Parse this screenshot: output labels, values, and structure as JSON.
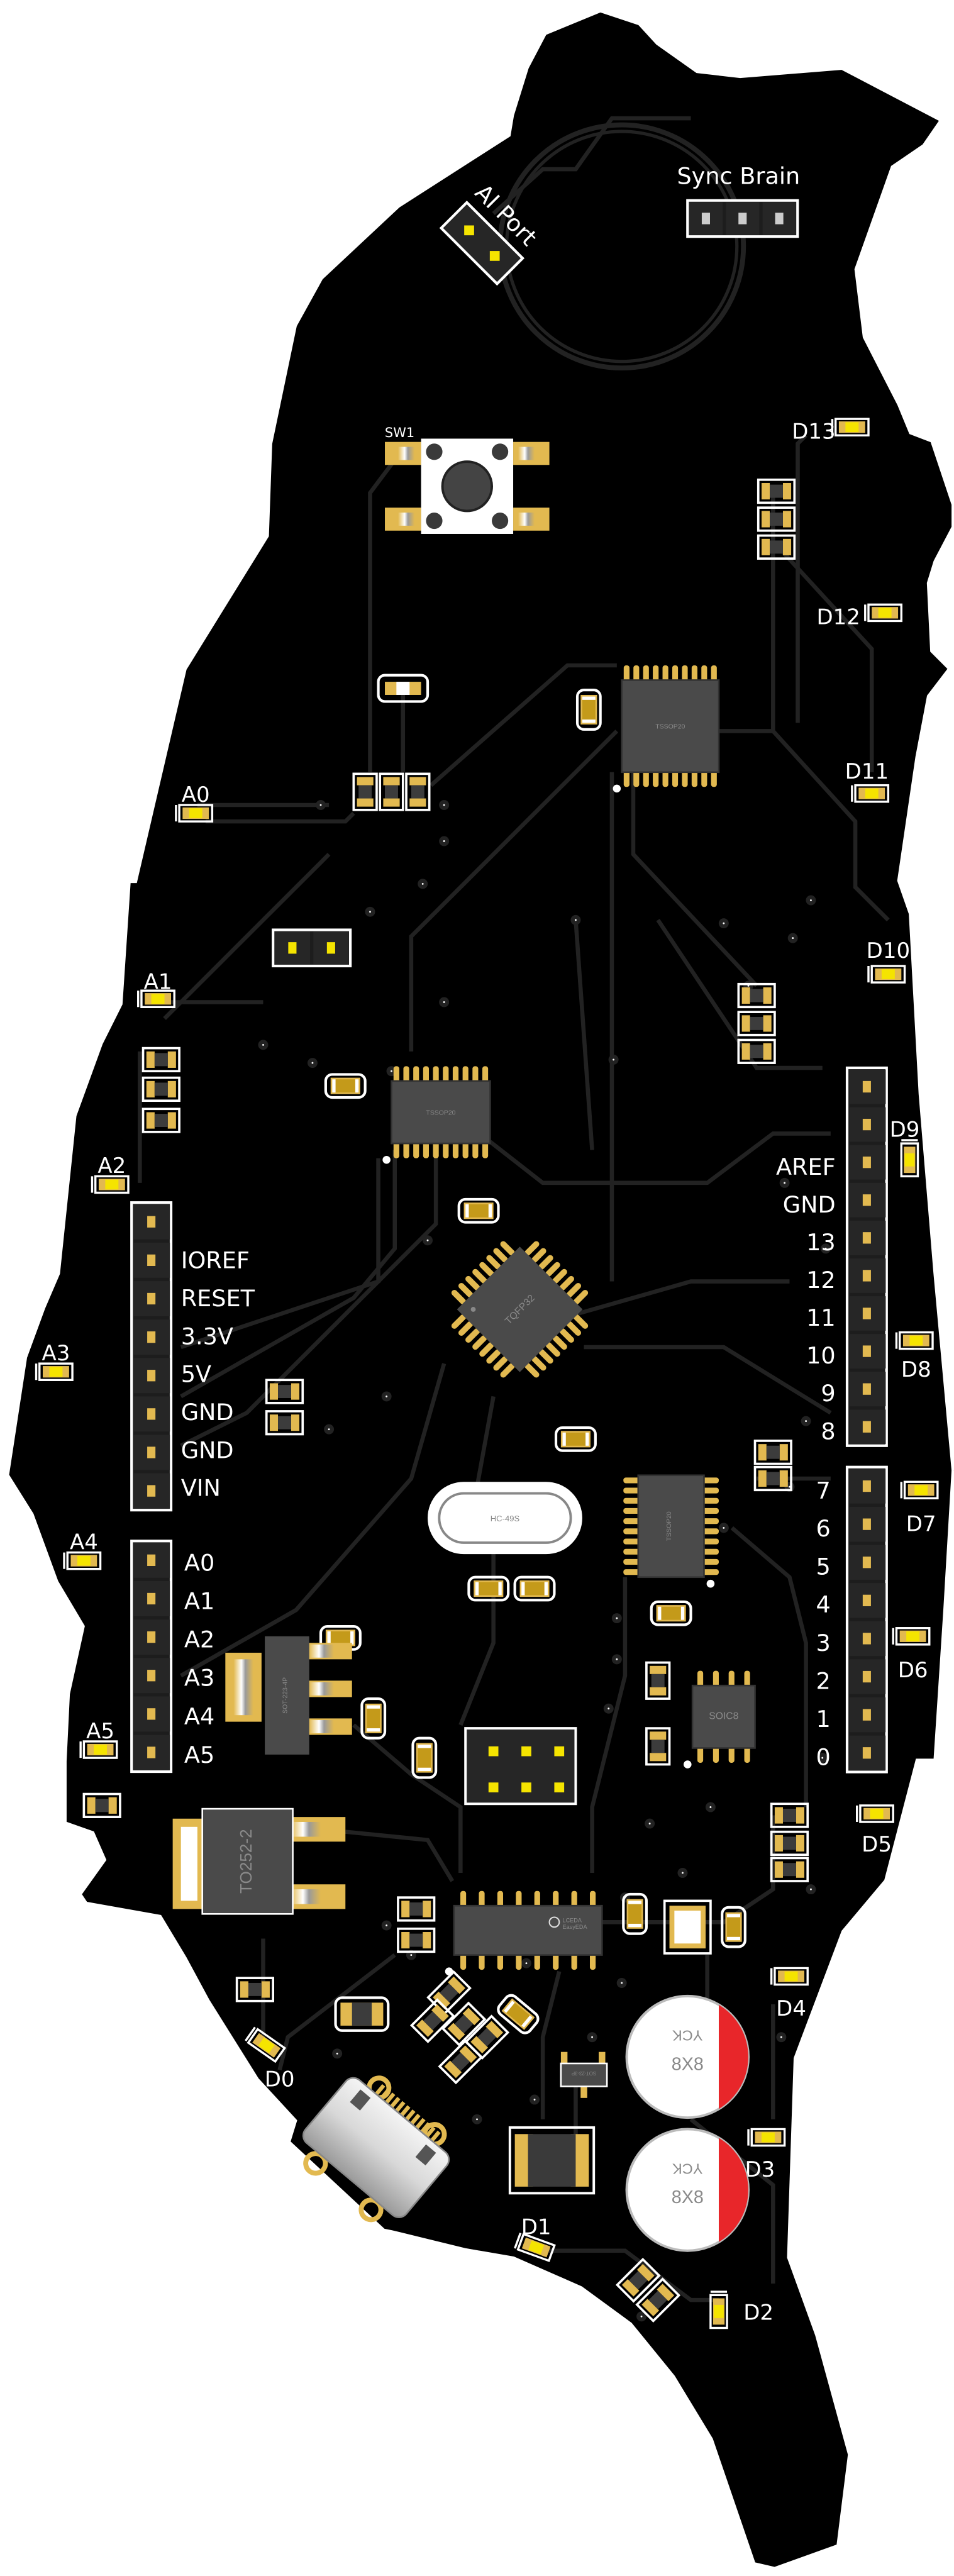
{
  "colors": {
    "board": "#000000",
    "outline": "#ffffff",
    "pad": "#e2b950",
    "led": "#f5e400",
    "chip_body": "#4a4a4a",
    "resistor_body": "#3c3c3c",
    "trace": "#222222",
    "silkscreen": "#ffffff",
    "cap_band": "#e8262a",
    "background": "#ffffff"
  },
  "connectors": {
    "sync_brain": "Sync Brain",
    "ai_port": "AI Port",
    "switch": "SW1"
  },
  "leds": {
    "digital": [
      "D0",
      "D1",
      "D2",
      "D3",
      "D4",
      "D5",
      "D6",
      "D7",
      "D8",
      "D9",
      "D10",
      "D11",
      "D12",
      "D13"
    ],
    "analog": [
      "A0",
      "A1",
      "A2",
      "A3",
      "A4",
      "A5"
    ]
  },
  "power_header": {
    "labels": [
      "IOREF",
      "RESET",
      "3.3V",
      "5V",
      "GND",
      "GND",
      "VIN"
    ]
  },
  "analog_header": {
    "labels": [
      "A0",
      "A1",
      "A2",
      "A3",
      "A4",
      "A5"
    ]
  },
  "digital_header_high": {
    "labels": [
      "AREF",
      "GND",
      "13",
      "12",
      "11",
      "10",
      "9",
      "8"
    ]
  },
  "digital_header_low": {
    "labels": [
      "7",
      "6",
      "5",
      "4",
      "3",
      "2",
      "1",
      "0"
    ]
  },
  "chips": {
    "tssop_top": "TSSOP20",
    "tssop_mid": "TSSOP20",
    "tssop_low": "TSSOP20",
    "mcu": "TQFP32",
    "crystal": "HC-49S",
    "regulator": "SOT-223-4P",
    "eeprom": "SOIC8",
    "ldo": "TO252-2",
    "sop16_logo_1": "LCEDA",
    "sop16_logo_2": "EasyEDA",
    "sot23": "SOT-23-3P"
  },
  "capacitors": [
    {
      "brand": "YCK",
      "size": "8X8"
    },
    {
      "brand": "YCK",
      "size": "8X8"
    }
  ]
}
